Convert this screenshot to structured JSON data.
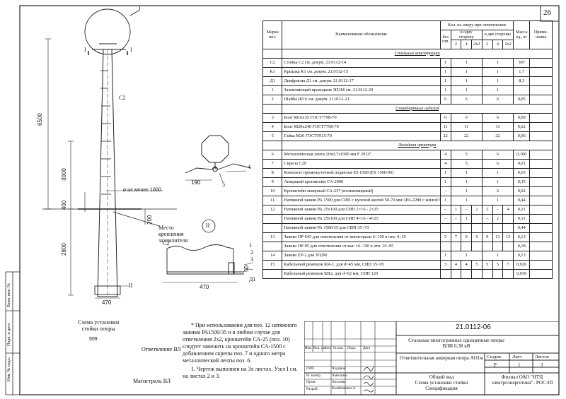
{
  "sheet_number": "26",
  "drawing": {
    "label_I": "I",
    "label_I_left": "I",
    "label_I_right": "I",
    "label_C2": "C2",
    "label_II": "II",
    "label_II_circle": "II",
    "label_C2_detail": "C2",
    "label_1": "1",
    "label_2": "2",
    "label_3": "3",
    "label_4": "4",
    "label_5": "5",
    "label_D1": "Д1",
    "dim_6500": "6500",
    "dim_3000": "3000",
    "dim_400": "400",
    "dim_2800": "2800",
    "dim_200": "200",
    "dim_470": "470",
    "dim_470_detail": "470",
    "dim_190": "190",
    "dim_50": "50",
    "dim_509": "509",
    "diam_note": "ø не менее 1000",
    "ground_place": "Место\nкрепления\nзаземлителя",
    "scheme_title": "Схема установки\nстойки опоры",
    "branch_vl": "Ответвление ВЛ",
    "main_vl": "Магистраль ВЛ"
  },
  "spec": {
    "headers": {
      "mark": "Марка поз.",
      "name": "Наименование обозначение",
      "qty_group": "Кол. на опору при ответвлении",
      "no_branch": "без отв.",
      "one_side": "в одну сторону",
      "two_sides": "в две стороны",
      "mass": "Масса ед., кг",
      "note": "Приме-чание",
      "sub": [
        "2",
        "4",
        "2x2",
        "2",
        "4",
        "2x2"
      ]
    },
    "sec_steel": "Стальные конструкции",
    "sec_std": "Стандартные изделия",
    "sec_linear": "Линейная арматура",
    "rows": [
      {
        "mark": "С2",
        "name": "Стойка С2 см. докум. 21.0112-14",
        "no": "1",
        "one": "1",
        "two": "1",
        "mass": "307"
      },
      {
        "mark": "К1",
        "name": "Крышка К1 см. докум. 21.0112-15",
        "no": "1",
        "one": "1",
        "two": "1",
        "mass": "1,7"
      },
      {
        "mark": "Д1",
        "name": "Диафрагма Д1 см. докум. 21.0112-17",
        "no": "1",
        "one": "1",
        "two": "1",
        "mass": "8,3"
      },
      {
        "mark": "1",
        "name": "Заземляющий проводник ЗП2М см. 21.0112-20",
        "no": "1",
        "one": "1",
        "two": "1",
        "mass": ""
      },
      {
        "mark": "2",
        "name": "Шайба Ш16 см. докум. 21.0112-21",
        "no": "6",
        "one": "6",
        "two": "6",
        "mass": "0,05"
      },
      {
        "mark": "3",
        "name": "Болт М16х35 ГОСТ7798-70",
        "no": "6",
        "one": "6",
        "two": "6",
        "mass": "0,09"
      },
      {
        "mark": "4",
        "name": "Болт М20х240 ГОСТ7798-70",
        "no": "11",
        "one": "11",
        "two": "11",
        "mass": "0,62"
      },
      {
        "mark": "5",
        "name": "Гайка М20 ГОСТ5915-70",
        "no": "22",
        "one": "22",
        "two": "22",
        "mass": "0,06"
      },
      {
        "mark": "6",
        "name": "Металлическая лента 20х0,7х1000 мм F 20.07",
        "no": "4",
        "one": "5",
        "two": "6",
        "mass": "0,106"
      },
      {
        "mark": "7",
        "name": "Скрепа С20",
        "no": "4",
        "one": "5",
        "two": "6",
        "mass": "0,01"
      },
      {
        "mark": "8",
        "name": "Комплект промежуточной подвески ES 1500 (ES 1500-95)",
        "no": "1",
        "one": "1",
        "two": "1",
        "mass": "0,65"
      },
      {
        "mark": "9",
        "name": "Анкерный кронштейн СА-2000",
        "no": "1",
        "one": "1",
        "two": "1",
        "mass": "0,35"
      },
      {
        "mark": "10",
        "name": "Кронштейн анкерный СА-25* (поликомидный)",
        "no": "–",
        "one": "1",
        "two": "2",
        "mass": "0,02"
      },
      {
        "mark": "11",
        "name": "Натяжной зажим РА 1500 для СИП с нулевой жилой 50-70 мм² (РА-2280 с жилой 95 мм²)",
        "no": "1",
        "one": "1",
        "two": "1",
        "mass": "0,44"
      },
      {
        "mark": "12",
        "name": "Натяжной зажим РА 25х100 для СИП 2×16 - 2×25",
        "no": "–",
        "q": [
          "1",
          "–",
          "2",
          "2",
          "–",
          "4"
        ],
        "mass": "0,11"
      },
      {
        "mark": "",
        "name": "Натяжной зажим РА 25х100 для СИП 4×16 - 4×25",
        "no": "–",
        "q": [
          "–",
          "1",
          "",
          "–",
          "2",
          ""
        ],
        "mass": "0,11"
      },
      {
        "mark": "",
        "name": "Натяжной зажим РА 1500/35 для СИП 35÷70",
        "no": "",
        "q": [
          "",
          "",
          "",
          "",
          "",
          ""
        ],
        "mass": "0,44"
      },
      {
        "mark": "13",
        "name": "Зажим ОР-645 для ответвления от магистрали 6÷150 к отв. 4÷35",
        "no": "5",
        "q": [
          "7",
          "9",
          "9",
          "9",
          "13",
          "13"
        ],
        "mass": "0,13"
      },
      {
        "mark": "",
        "name": "Зажим ОР-95 для ответвления от маг. 16÷150 к отв. 16÷95",
        "no": "",
        "q": [
          "",
          "",
          "",
          "",
          "",
          ""
        ],
        "mass": "0,18"
      },
      {
        "mark": "14",
        "name": "Зажим ZP-2 для ЗП2М",
        "no": "1",
        "one": "1",
        "two": "1",
        "mass": "0,13"
      },
      {
        "mark": "15",
        "name": "Кабельный ремешок KR-1, для d=45 мм, СИП 35÷95",
        "no": "3",
        "q": [
          "4",
          "4",
          "5",
          "5",
          "5",
          "7"
        ],
        "mass": "0,026"
      },
      {
        "mark": "",
        "name": "Кабельный ремешок KR2, для d=62 мм, СИП 120",
        "no": "",
        "q": [
          "",
          "",
          "",
          "",
          "",
          ""
        ],
        "mass": "0,036"
      }
    ]
  },
  "notes": {
    "n1": "* При использовании для поз. 12 натяжного зажима РА1500/35 и в любом случае для ответвления 2х2, кронштейн СА-25 (поз. 10) следует заменить на кронштейн СА-1500 с добавлением скрепы поз. 7 и одного метра металлической ленты поз. 6.",
    "n2": "1. Чертеж выполнен на 3х листах. Узел I см. на листах 2 и 3."
  },
  "title_block": {
    "code": "21.0112-06",
    "project": "Стальные многогранные одноцепные опоры ВЛИ 0,38 кВ",
    "object": "Ответвительная анкерная опора АО1м",
    "stage_h": "Стадия",
    "sheet_h": "Лист",
    "sheets_h": "Листов",
    "stage": "Р",
    "sheet": "1",
    "sheets": "3",
    "content": "Общий вид\nСхема установки стойки\nСпецификация",
    "org": "Филиал ОАО \"НТЦ электроэнергетики\"- РОСЭП",
    "rev_h": [
      "Изм.",
      "Кол. уч.",
      "Лист",
      "№ док.",
      "Подп.",
      "Дата"
    ],
    "roles": [
      {
        "role": "ГИП",
        "name": "Чудоров"
      },
      {
        "role": "Н. контр.",
        "name": "Амелина"
      },
      {
        "role": "Пров.",
        "name": "Хохлова"
      },
      {
        "role": "Разраб.",
        "name": "Калабинкина А."
      }
    ]
  },
  "stamp_side": {
    "inv": "Инв. № подл.",
    "sign": "Подп. и дата",
    "vz": "Взам. инв. №"
  }
}
